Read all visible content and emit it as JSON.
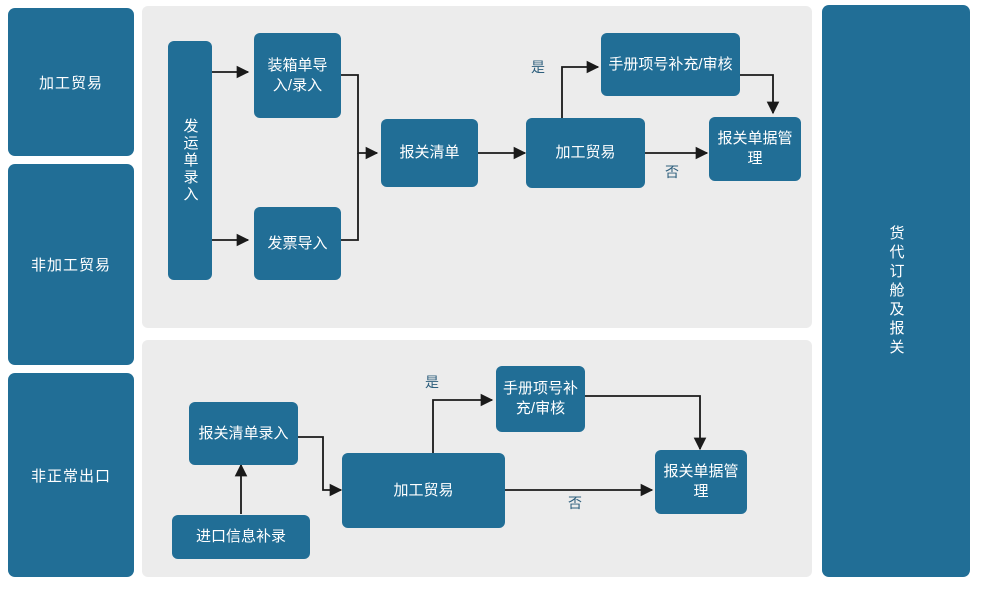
{
  "diagram": {
    "title": "货代订舱及报关",
    "colors": {
      "node_fill": "#216E96",
      "panel_bg": "#ECECEC",
      "page_bg": "#FFFFFF",
      "node_text": "#FFFFFF",
      "edge_label": "#2E5F7D",
      "connector": "#1A1A1A"
    }
  },
  "categories": [
    {
      "label": "加工贸易"
    },
    {
      "label": "非加工贸易"
    },
    {
      "label": "非正常出口"
    }
  ],
  "lane": {
    "label": "货代订舱及报关"
  },
  "panels": [
    {
      "name": "upper-flow",
      "nodes": [
        {
          "id": "n1",
          "label": "发运单录入",
          "orientation": "vertical"
        },
        {
          "id": "n2",
          "label": "装箱单导入/录入",
          "orientation": "horizontal"
        },
        {
          "id": "n3",
          "label": "发票导入",
          "orientation": "horizontal"
        },
        {
          "id": "n4",
          "label": "报关清单",
          "orientation": "horizontal"
        },
        {
          "id": "n5",
          "label": "加工贸易",
          "orientation": "horizontal"
        },
        {
          "id": "n6",
          "label": "手册项号补充/审核",
          "orientation": "horizontal"
        },
        {
          "id": "n7",
          "label": "报关单据管理",
          "orientation": "horizontal"
        }
      ],
      "edge_labels": [
        {
          "id": "e-yes-1",
          "label": "是"
        },
        {
          "id": "e-no-1",
          "label": "否"
        }
      ]
    },
    {
      "name": "lower-flow",
      "nodes": [
        {
          "id": "m1",
          "label": "报关清单录入",
          "orientation": "horizontal"
        },
        {
          "id": "m2",
          "label": "进口信息补录",
          "orientation": "horizontal"
        },
        {
          "id": "m3",
          "label": "加工贸易",
          "orientation": "horizontal"
        },
        {
          "id": "m4",
          "label": "手册项号补充/审核",
          "orientation": "horizontal"
        },
        {
          "id": "m5",
          "label": "报关单据管理",
          "orientation": "horizontal"
        }
      ],
      "edge_labels": [
        {
          "id": "e-yes-2",
          "label": "是"
        },
        {
          "id": "e-no-2",
          "label": "否"
        }
      ]
    }
  ]
}
